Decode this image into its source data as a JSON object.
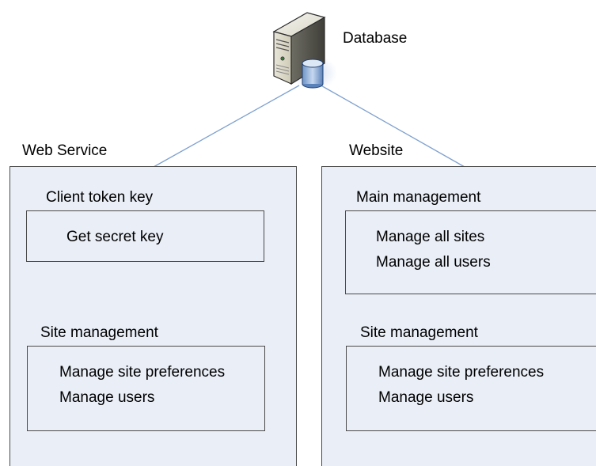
{
  "database": {
    "label": "Database",
    "icon": "server-database-icon"
  },
  "web_service": {
    "title": "Web Service",
    "client_group": {
      "title": "Client token key",
      "items": [
        "Get secret key"
      ]
    },
    "site_group": {
      "title": "Site management",
      "items": [
        "Manage site preferences",
        "Manage users"
      ]
    }
  },
  "website": {
    "title": "Website",
    "main_group": {
      "title": "Main management",
      "items": [
        "Manage all sites",
        "Manage all users"
      ]
    },
    "site_group": {
      "title": "Site management",
      "items": [
        "Manage site preferences",
        "Manage users"
      ]
    }
  },
  "colors": {
    "panel_fill": "#e9eef7",
    "border": "#4a4a4a",
    "connector": "#7fa1cf"
  }
}
